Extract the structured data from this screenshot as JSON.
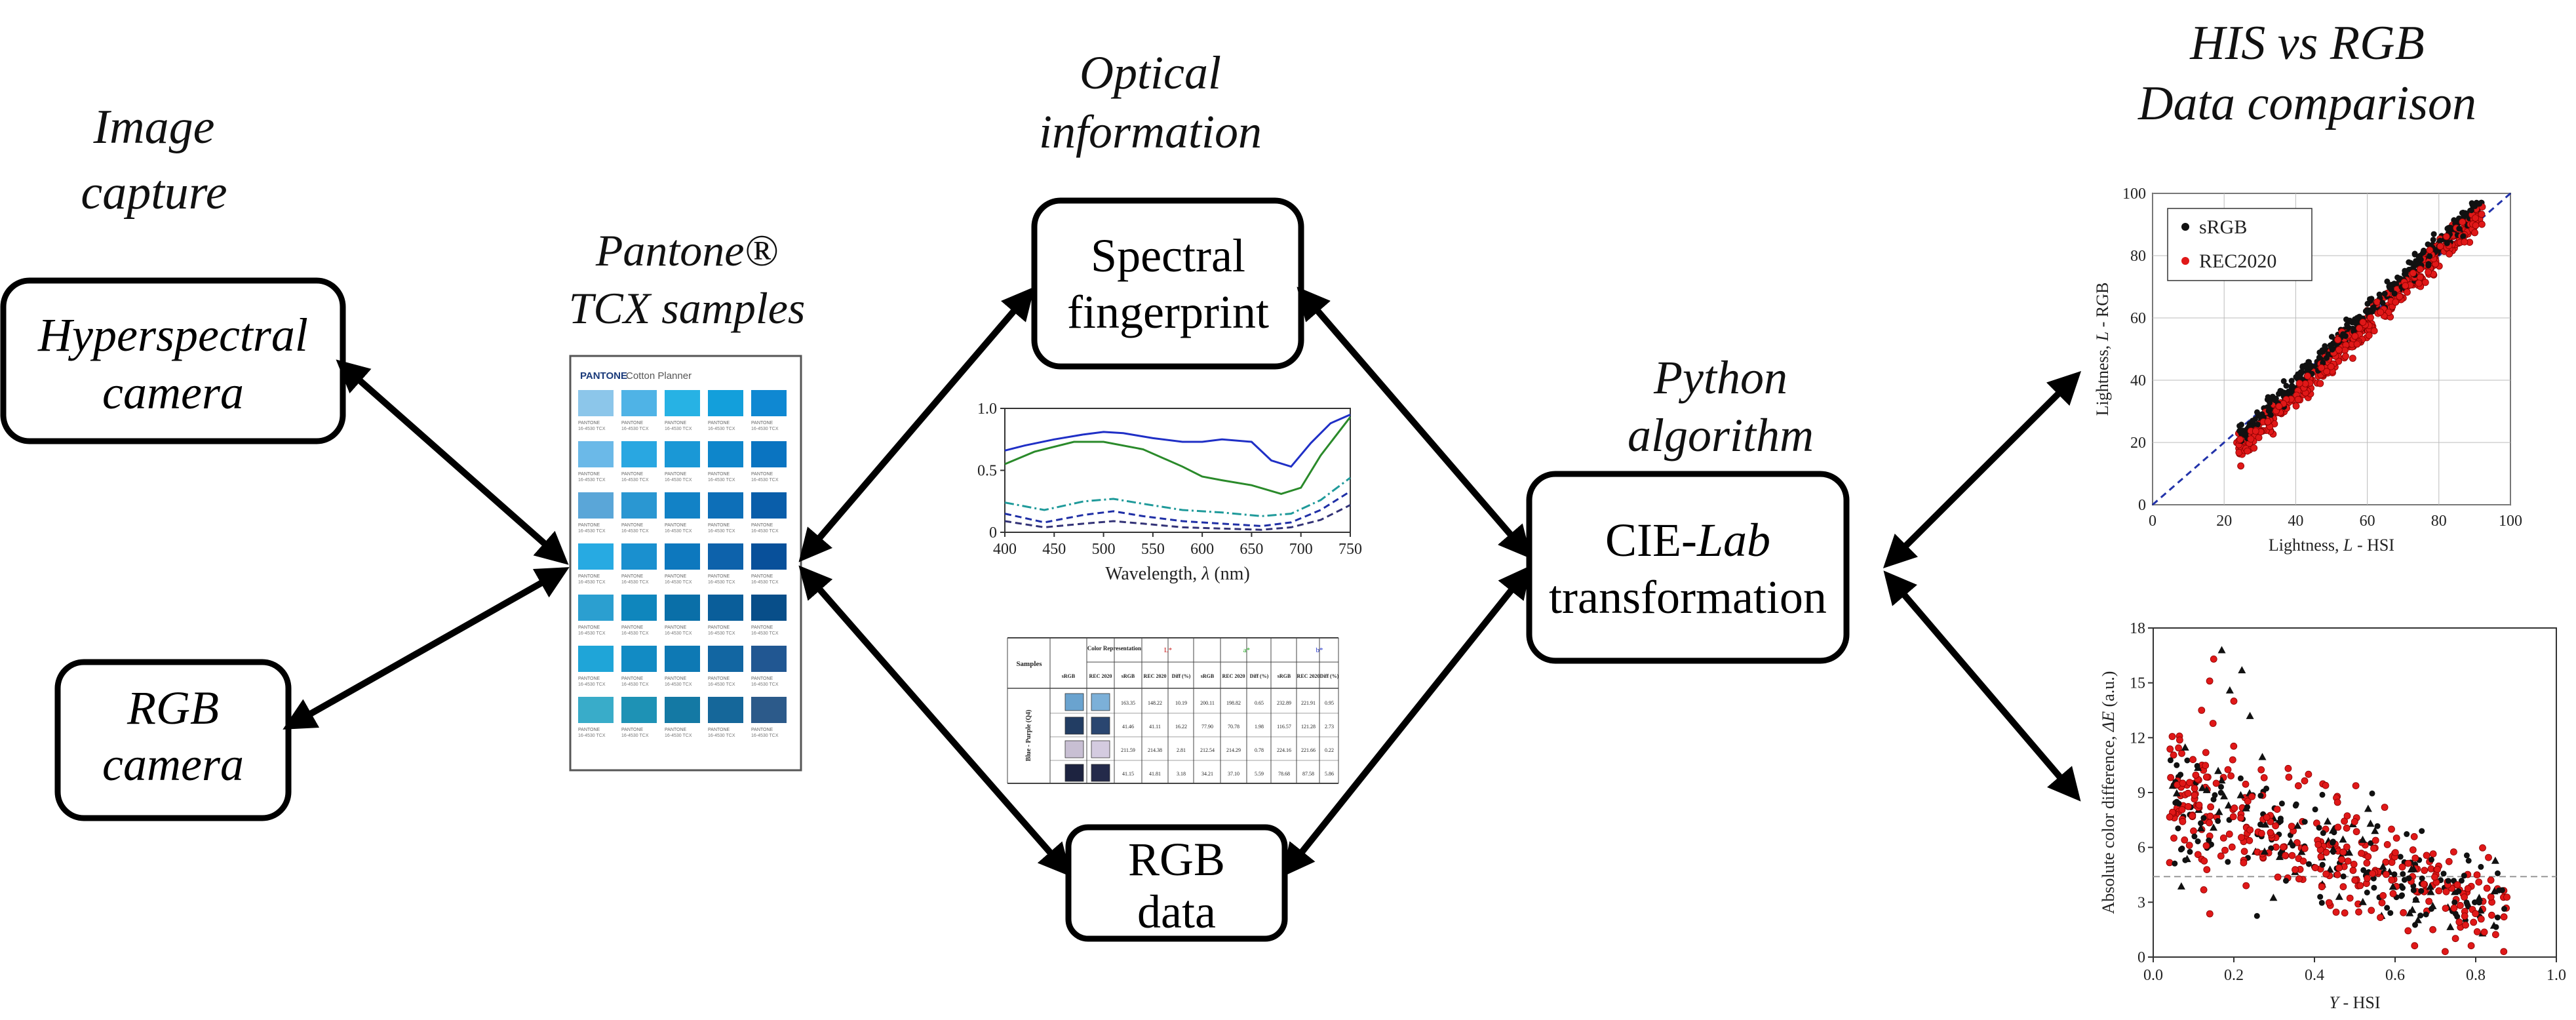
{
  "captions": {
    "image_capture": [
      "Image",
      "capture"
    ],
    "optical_information": [
      "Optical",
      "information"
    ],
    "pantone_samples": [
      "Pantone®",
      "TCX samples"
    ],
    "python_algorithm": [
      "Python",
      "algorithm"
    ],
    "his_vs_rgb": [
      "HIS vs RGB",
      "Data comparison"
    ]
  },
  "boxes": {
    "hyperspectral": [
      "Hyperspectral",
      "camera"
    ],
    "rgb_camera": [
      "RGB",
      "camera"
    ],
    "spectral": [
      "Spectral",
      "fingerprint"
    ],
    "rgb_data": [
      "RGB",
      "data"
    ],
    "cielab": {
      "prefix": "CIE-",
      "italic": "Lab",
      "line2": "transformation"
    }
  },
  "pantone_card": {
    "header": "PANTONE",
    "title": "Cotton Planner",
    "swatch_label": "PANTONE",
    "swatch_code": "16-4530 TCX",
    "colors": [
      [
        "#8cc6ea",
        "#4fb3e6",
        "#27b2e4",
        "#139fdb",
        "#0f88d2"
      ],
      [
        "#6bb9e8",
        "#29a7e1",
        "#1a98d6",
        "#0e86cb",
        "#0a74c1"
      ],
      [
        "#5aa6d8",
        "#2a97d2",
        "#1282c6",
        "#0d6fb8",
        "#0a5eaa"
      ],
      [
        "#27aae2",
        "#1a90cf",
        "#0d78be",
        "#0d62ab",
        "#08509a"
      ],
      [
        "#2b9fd0",
        "#0f86bd",
        "#0a6fa8",
        "#0a5e9a",
        "#084e89"
      ],
      [
        "#1fa5d8",
        "#128bc4",
        "#0e79b4",
        "#1266a2",
        "#215792"
      ],
      [
        "#39acc9",
        "#1e92b5",
        "#1479a4",
        "#15679a",
        "#2c5a8a"
      ]
    ]
  },
  "spectral_chart": {
    "type": "line",
    "x_ticks": [
      "400",
      "450",
      "500",
      "550",
      "600",
      "650",
      "700",
      "750"
    ],
    "y_ticks": [
      "0",
      "0.5",
      "1.0"
    ],
    "xlabel_prefix": "Wavelength, ",
    "xlabel_symbol": "λ",
    "xlabel_suffix": " (nm)",
    "xlim": [
      400,
      750
    ],
    "ylim": [
      0,
      1
    ],
    "series": [
      {
        "style": "solid",
        "color": "#1f2fc6",
        "x": [
          400,
          420,
          450,
          480,
          500,
          520,
          550,
          580,
          600,
          620,
          650,
          670,
          690,
          710,
          730,
          750
        ],
        "y": [
          0.66,
          0.7,
          0.75,
          0.79,
          0.81,
          0.8,
          0.76,
          0.73,
          0.73,
          0.75,
          0.73,
          0.58,
          0.53,
          0.72,
          0.88,
          0.95
        ]
      },
      {
        "style": "solid",
        "color": "#2a8a2a",
        "x": [
          400,
          430,
          470,
          500,
          540,
          580,
          600,
          620,
          650,
          680,
          700,
          720,
          750
        ],
        "y": [
          0.55,
          0.65,
          0.73,
          0.73,
          0.67,
          0.53,
          0.45,
          0.42,
          0.38,
          0.31,
          0.36,
          0.62,
          0.93
        ]
      },
      {
        "style": "dashdot",
        "color": "#1f9a9a",
        "x": [
          400,
          440,
          480,
          510,
          540,
          580,
          620,
          660,
          690,
          720,
          750
        ],
        "y": [
          0.24,
          0.18,
          0.25,
          0.27,
          0.23,
          0.18,
          0.16,
          0.13,
          0.15,
          0.26,
          0.44
        ]
      },
      {
        "style": "dash",
        "color": "#1f2fa6",
        "x": [
          400,
          440,
          480,
          510,
          540,
          580,
          620,
          660,
          690,
          720,
          750
        ],
        "y": [
          0.15,
          0.08,
          0.14,
          0.17,
          0.13,
          0.09,
          0.07,
          0.05,
          0.08,
          0.18,
          0.33
        ]
      },
      {
        "style": "dash",
        "color": "#333377",
        "x": [
          400,
          440,
          480,
          510,
          540,
          580,
          620,
          660,
          690,
          720,
          750
        ],
        "y": [
          0.09,
          0.04,
          0.07,
          0.09,
          0.07,
          0.04,
          0.03,
          0.02,
          0.04,
          0.1,
          0.22
        ]
      }
    ]
  },
  "lab_table": {
    "headers": {
      "samples": "Samples",
      "color_rep": "Color Representation",
      "L": "L*",
      "a": "a*",
      "b": "b*",
      "sub": [
        "sRGB",
        "REC 2020",
        "sRGB",
        "REC 2020",
        "Diff (%)",
        "sRGB",
        "REC 2020",
        "Diff (%)",
        "sRGB",
        "REC 2020",
        "Diff (%)"
      ]
    },
    "group_label": "Blue - Purple (Q4)",
    "rows": [
      {
        "id": "13",
        "c1": "#6aa3cf",
        "c2": "#7cb0d8",
        "vals": [
          "163.35",
          "148.22",
          "10.19",
          "200.11",
          "198.82",
          "0.65",
          "232.89",
          "221.91",
          "0.95"
        ]
      },
      {
        "id": "14",
        "c1": "#223d63",
        "c2": "#2a4670",
        "vals": [
          "41.46",
          "41.11",
          "16.22",
          "77.90",
          "70.78",
          "1.98",
          "116.57",
          "121.28",
          "2.73"
        ]
      },
      {
        "id": "15",
        "c1": "#c8bfd3",
        "c2": "#d4cbe0",
        "vals": [
          "211.59",
          "214.38",
          "2.81",
          "212.54",
          "214.29",
          "0.78",
          "224.16",
          "221.66",
          "0.22"
        ]
      },
      {
        "id": "16",
        "c1": "#1d2340",
        "c2": "#242a4a",
        "vals": [
          "41.15",
          "41.81",
          "3.18",
          "34.21",
          "37.10",
          "5.59",
          "78.68",
          "87.58",
          "5.86"
        ]
      }
    ]
  },
  "scatter1": {
    "type": "scatter",
    "xlim": [
      0,
      100
    ],
    "ylim": [
      0,
      100
    ],
    "x_ticks": [
      "0",
      "20",
      "40",
      "60",
      "80",
      "100"
    ],
    "y_ticks": [
      "0",
      "20",
      "40",
      "60",
      "80",
      "100"
    ],
    "xlabel_prefix": "Lightness, ",
    "xlabel_symbol": "L",
    "xlabel_suffix": " - HSI",
    "ylabel_prefix": "Lightness, ",
    "ylabel_symbol": "L",
    "ylabel_suffix": " - RGB",
    "legend": [
      "sRGB",
      "REC2020"
    ],
    "colors": {
      "srgb": "#111111",
      "rec": "#e01818",
      "diag": "#2233aa"
    },
    "trend": {
      "srgb_offset": 1.5,
      "rec_offset": -2.5,
      "slope": 1.12,
      "pivot": 60
    },
    "x_range": [
      24,
      92
    ],
    "n_points": 420
  },
  "scatter2": {
    "type": "scatter",
    "xlim": [
      0,
      1.0
    ],
    "ylim": [
      0,
      18
    ],
    "x_ticks": [
      "0.0",
      "0.2",
      "0.4",
      "0.6",
      "0.8",
      "1.0"
    ],
    "y_ticks": [
      "0",
      "3",
      "6",
      "9",
      "12",
      "15",
      "18"
    ],
    "xlabel_symbol": "Y",
    "xlabel_suffix": " - HSI",
    "ylabel_prefix": "Absolute color difference, ",
    "ylabel_symbol": "ΔE",
    "ylabel_suffix": " (a.u.)",
    "threshold": 4.4,
    "colors": {
      "srgb": "#111111",
      "rec": "#e01818",
      "threshold": "#999999"
    },
    "n_points": 560
  }
}
